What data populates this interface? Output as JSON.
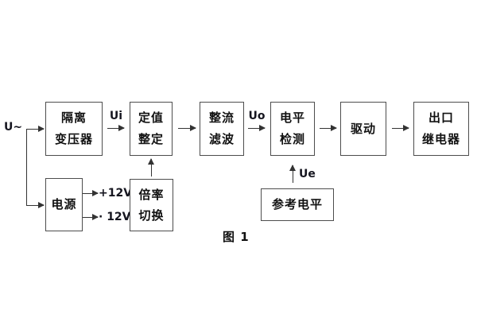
{
  "figure_caption": "图 1",
  "signals": {
    "input": "U~",
    "ui": "Ui",
    "uo": "Uo",
    "ue": "Ue",
    "plus_12v": "+12V",
    "minus_12v": "· 12V"
  },
  "blocks": {
    "isolation_transformer": {
      "line1": "隔离",
      "line2": "变压器"
    },
    "value_setting": {
      "line1": "定值",
      "line2": "整定"
    },
    "rectify_filter": {
      "line1": "整流",
      "line2": "滤波"
    },
    "level_detect": {
      "line1": "电平",
      "line2": "检测"
    },
    "drive": {
      "line1": "驱动"
    },
    "output_relay": {
      "line1": "出口",
      "line2": "继电器"
    },
    "power": {
      "line1": "电源"
    },
    "ratio_switch": {
      "line1": "倍率",
      "line2": "切换"
    },
    "reference_level": {
      "line1": "参考电平"
    }
  },
  "colors": {
    "line": "#333333",
    "box_border": "#4d4d4d",
    "text": "#111111",
    "background": "#ffffff"
  }
}
